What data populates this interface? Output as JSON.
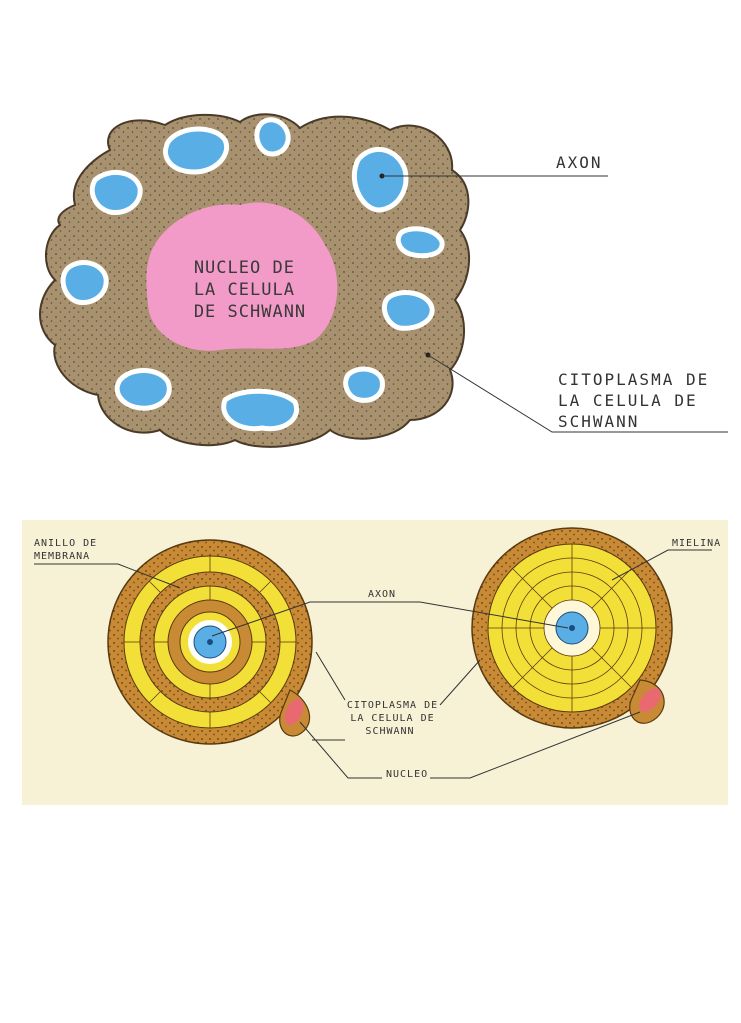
{
  "top_diagram": {
    "nucleus_lines": [
      "NUCLEO DE",
      "LA CELULA",
      "DE SCHWANN"
    ],
    "axon_label": "AXON",
    "cytoplasm_lines": [
      "CITOPLASMA DE",
      "LA CELULA DE",
      "SCHWANN"
    ]
  },
  "bottom_diagram": {
    "ring_lines": [
      "ANILLO DE",
      "MEMBRANA"
    ],
    "axon_label": "AXON",
    "myelin_label": "MIELINA",
    "cytoplasm_lines": [
      "CITOPLASMA DE",
      "LA CELULA DE",
      "SCHWANN"
    ],
    "nucleus_label": "NUCLEO"
  },
  "colors": {
    "cytoplasm": "#a8916e",
    "axon": "#5aaee6",
    "nucleus": "#f29ac8",
    "myelin": "#f2e038",
    "schwann_outer": "#c98a35",
    "bottom_background": "#f7f1d6",
    "small_nucleus": "#e86a70"
  }
}
